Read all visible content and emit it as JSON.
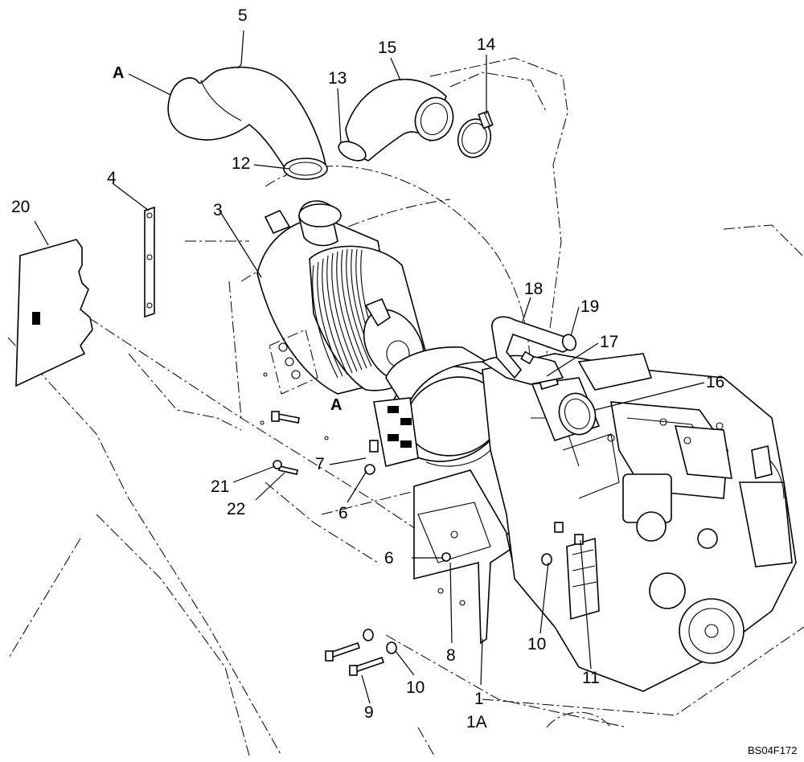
{
  "diagram": {
    "callouts": [
      {
        "id": "c1",
        "text": "1"
      },
      {
        "id": "c1a",
        "text": "1A"
      },
      {
        "id": "c3",
        "text": "3"
      },
      {
        "id": "c4",
        "text": "4"
      },
      {
        "id": "c5",
        "text": "5"
      },
      {
        "id": "c6a",
        "text": "6"
      },
      {
        "id": "c6b",
        "text": "6"
      },
      {
        "id": "c7",
        "text": "7"
      },
      {
        "id": "c8",
        "text": "8"
      },
      {
        "id": "c9",
        "text": "9"
      },
      {
        "id": "c10a",
        "text": "10"
      },
      {
        "id": "c10b",
        "text": "10"
      },
      {
        "id": "c11",
        "text": "11"
      },
      {
        "id": "c12",
        "text": "12"
      },
      {
        "id": "c13",
        "text": "13"
      },
      {
        "id": "c14",
        "text": "14"
      },
      {
        "id": "c15",
        "text": "15"
      },
      {
        "id": "c16",
        "text": "16"
      },
      {
        "id": "c17",
        "text": "17"
      },
      {
        "id": "c18",
        "text": "18"
      },
      {
        "id": "c19",
        "text": "19"
      },
      {
        "id": "c20",
        "text": "20"
      },
      {
        "id": "c21",
        "text": "21"
      },
      {
        "id": "c22",
        "text": "22"
      }
    ],
    "reference_marks": [
      {
        "id": "ra_top",
        "text": "A"
      },
      {
        "id": "ra_mid",
        "text": "A"
      }
    ],
    "drawing_code": "BS04F172"
  }
}
